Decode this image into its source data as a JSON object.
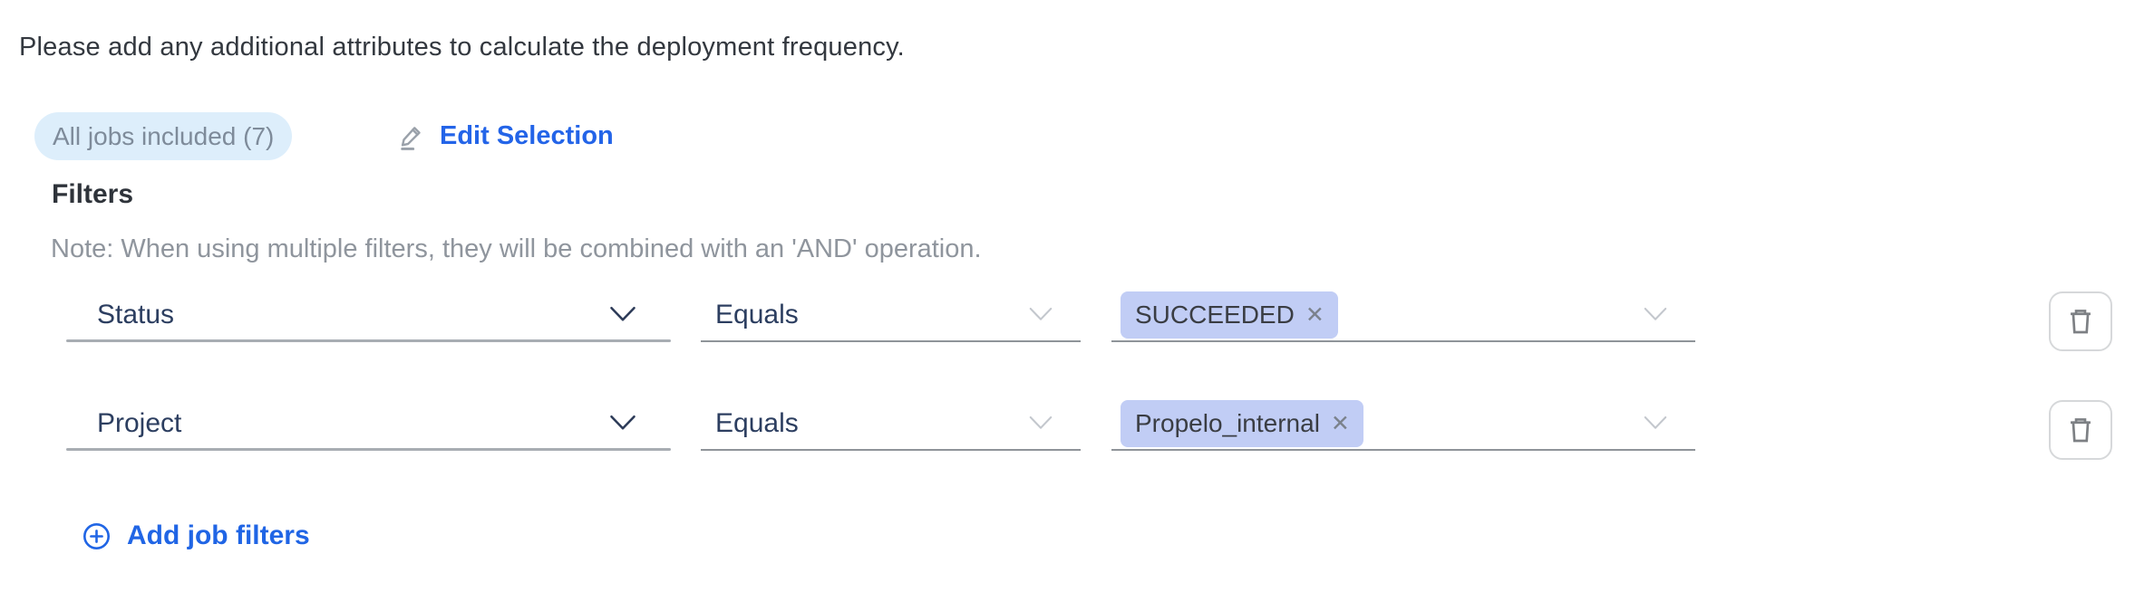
{
  "intro": "Please add any additional attributes to calculate the deployment frequency.",
  "jobs_selection": {
    "badge_label": "All jobs included (7)",
    "edit_button_label": "Edit Selection"
  },
  "filters": {
    "heading": "Filters",
    "note": "Note: When using multiple filters, they will be combined with an 'AND' operation.",
    "rows": [
      {
        "attribute": "Status",
        "operator": "Equals",
        "values": [
          "SUCCEEDED"
        ]
      },
      {
        "attribute": "Project",
        "operator": "Equals",
        "values": [
          "Propelo_internal"
        ]
      }
    ],
    "add_button_label": "Add job filters"
  },
  "icons": {
    "close_x": "✕",
    "edit_pencil": "pencil-with-underline",
    "attribute_caret": "chevron-down",
    "operator_caret": "chevron-down",
    "values_caret": "chevron-down",
    "delete_row": "trash-can",
    "add": "plus-circle"
  },
  "colors": {
    "link_blue": "#2364e8",
    "badge_background": "#ddeefb",
    "badge_text": "#7e8b9a",
    "tag_background": "#c1cdf5",
    "tag_text": "#3a3d43",
    "select_text": "#2c3e60",
    "note_text": "#8f959d",
    "heading_text": "#2e333a"
  }
}
